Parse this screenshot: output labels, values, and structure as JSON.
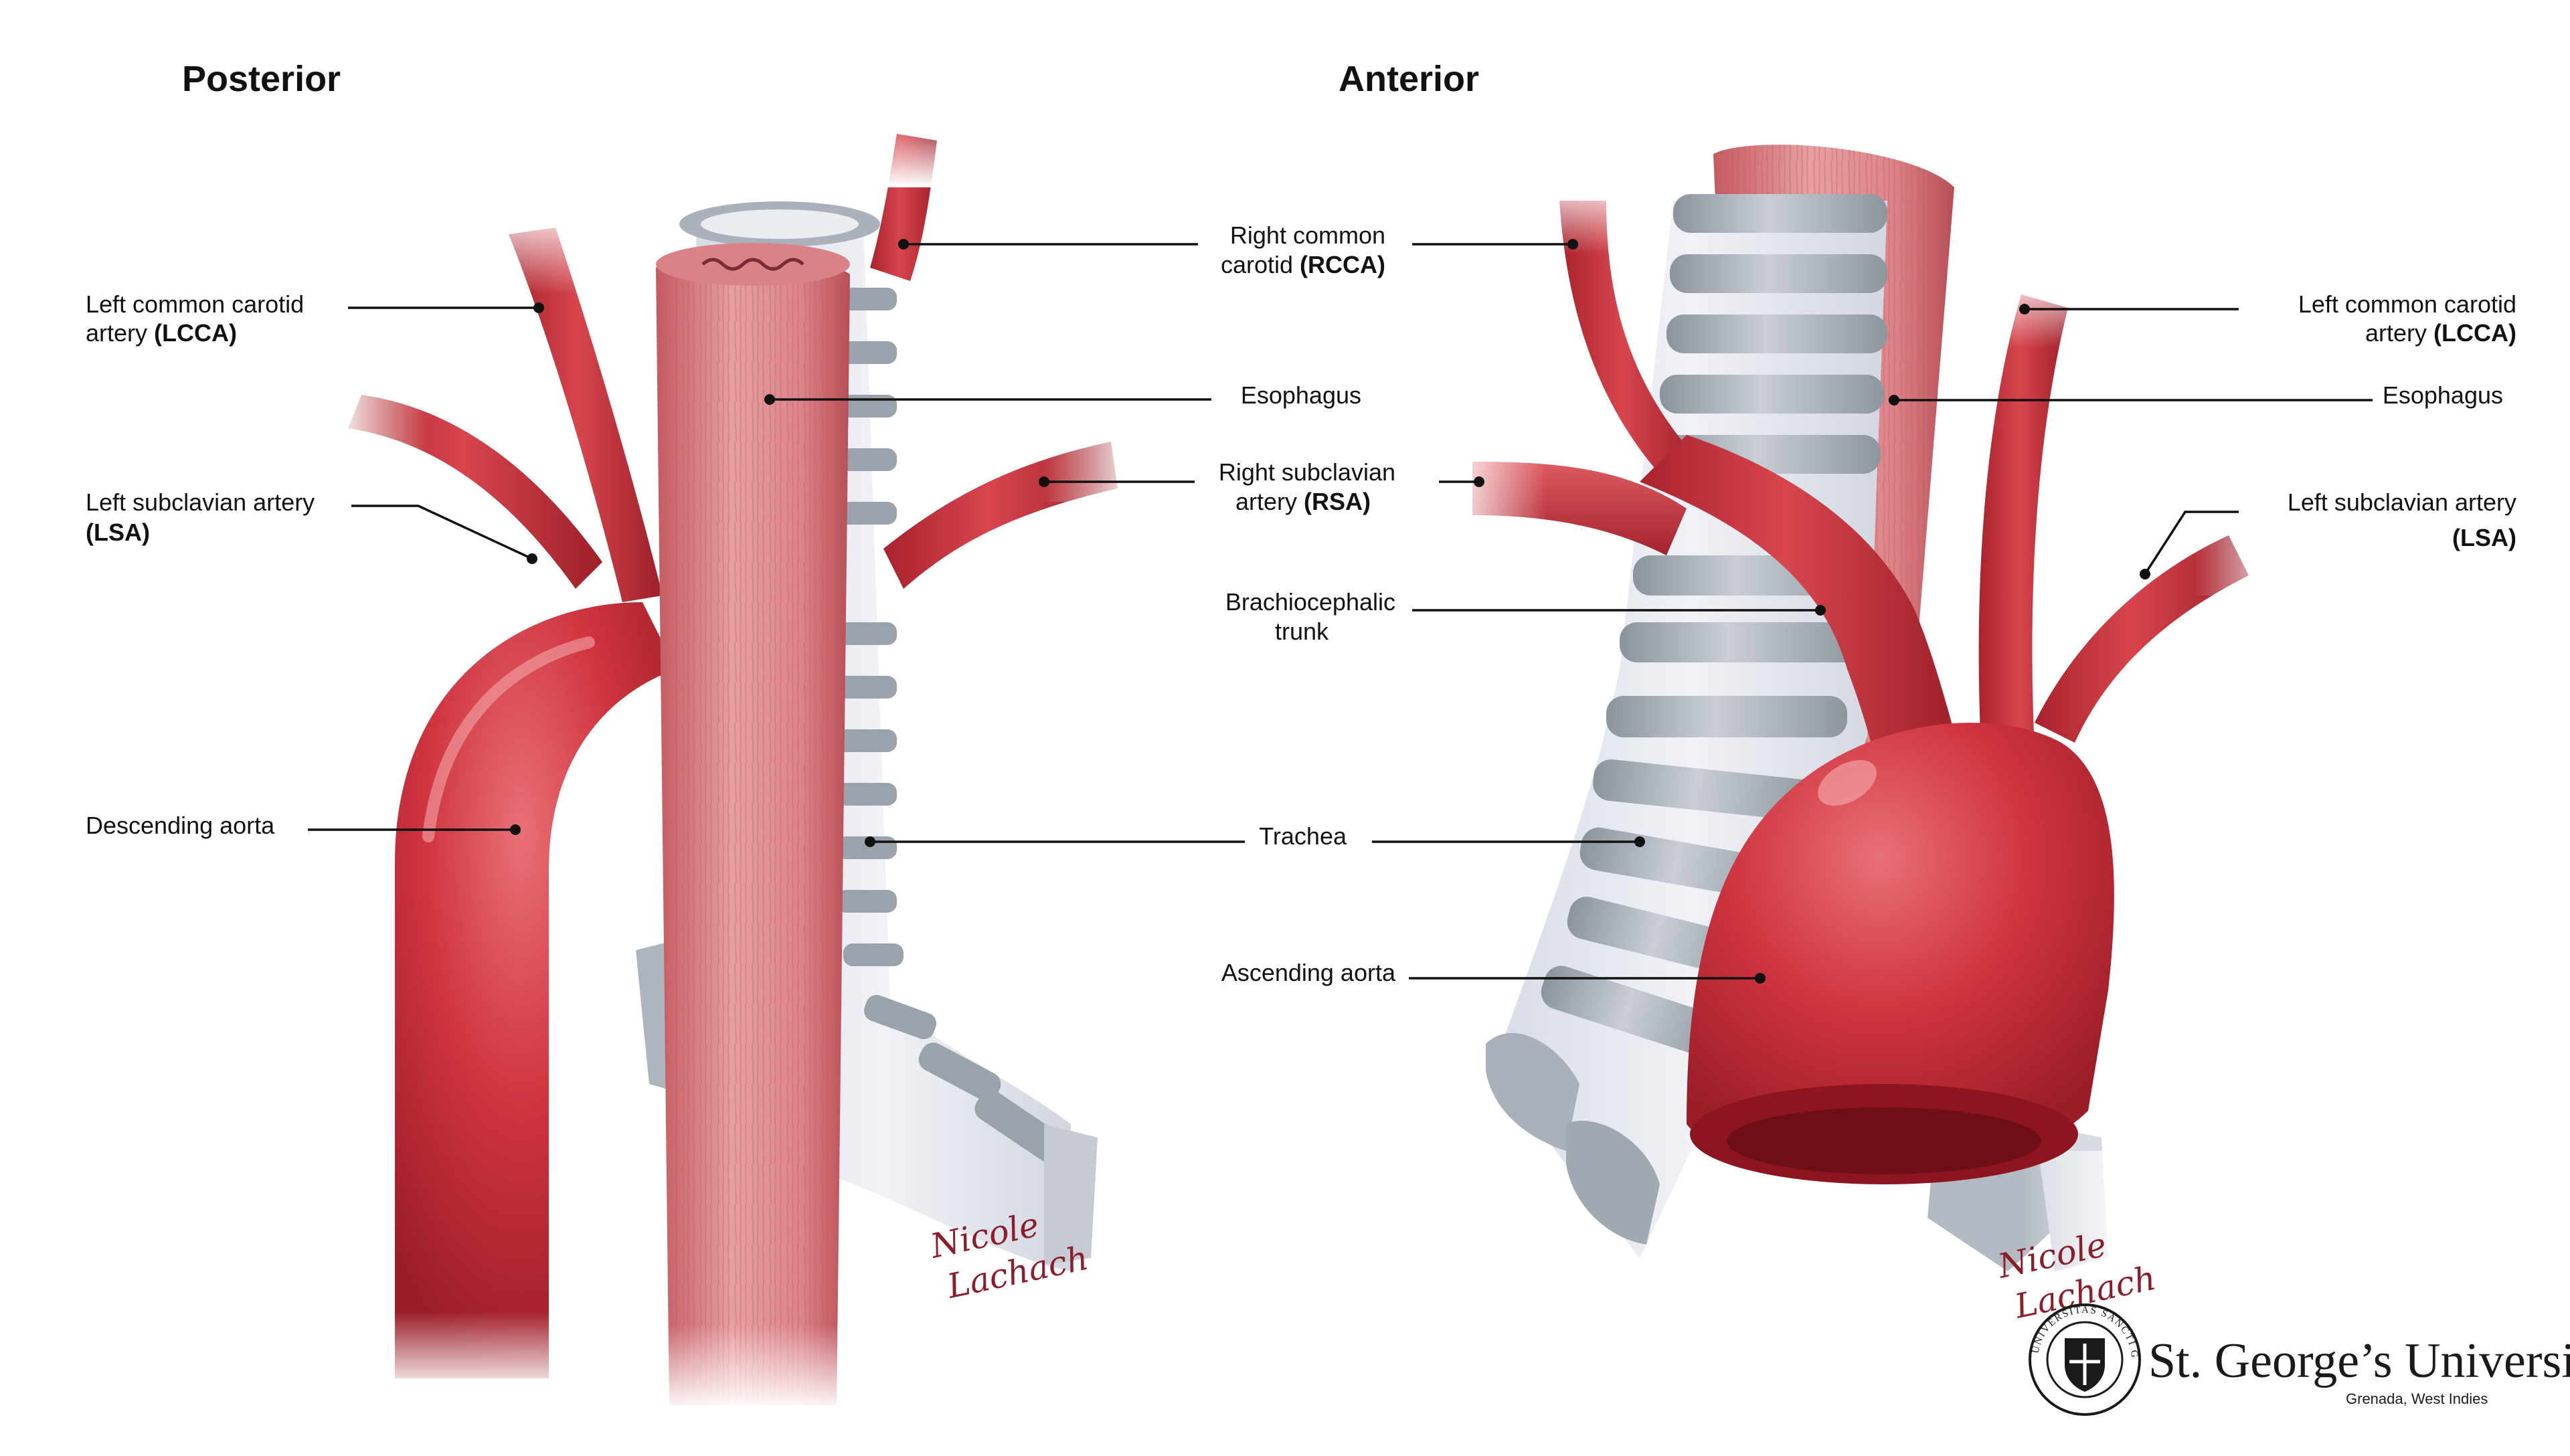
{
  "headings": {
    "posterior": "Posterior",
    "anterior": "Anterior"
  },
  "posterior_labels": {
    "lcca": {
      "text": "Left common carotid",
      "line2": "artery ",
      "bold": "(LCCA)"
    },
    "lsa": {
      "text": "Left subclavian artery",
      "bold": "(LSA)"
    },
    "descending_aorta": {
      "text": "Descending aorta"
    }
  },
  "center_labels": {
    "rcca": {
      "text": "Right common",
      "line2": "carotid ",
      "bold": "(RCCA)"
    },
    "esophagus": {
      "text": "Esophagus"
    },
    "rsa": {
      "text": "Right subclavian",
      "line2": "artery ",
      "bold": "(RSA)"
    },
    "brachiocephalic": {
      "text": "Brachiocephalic",
      "line2": "trunk"
    },
    "trachea": {
      "text": "Trachea"
    },
    "ascending_aorta": {
      "text": "Ascending aorta"
    }
  },
  "anterior_labels": {
    "lcca": {
      "text": "Left common carotid",
      "line2": "artery ",
      "bold": "(LCCA)"
    },
    "esophagus": {
      "text": "Esophagus"
    },
    "lsa": {
      "text": "Left subclavian artery",
      "bold": "(LSA)"
    }
  },
  "signature": {
    "line1": "Nicole",
    "line2": "Lachach"
  },
  "branding": {
    "name": "St. George’s University",
    "location": "Grenada, West Indies",
    "seal_text": "UNIVERSITAS SANCTI GEORGII"
  },
  "colors": {
    "artery": "#c9323d",
    "artery_dark": "#9c1f2a",
    "artery_light": "#e06a70",
    "esophagus": "#d9777d",
    "esophagus_light": "#efb3b3",
    "trachea": "#a9b0b8",
    "trachea_light": "#e3e6ee",
    "trachea_dark": "#7f8790"
  }
}
